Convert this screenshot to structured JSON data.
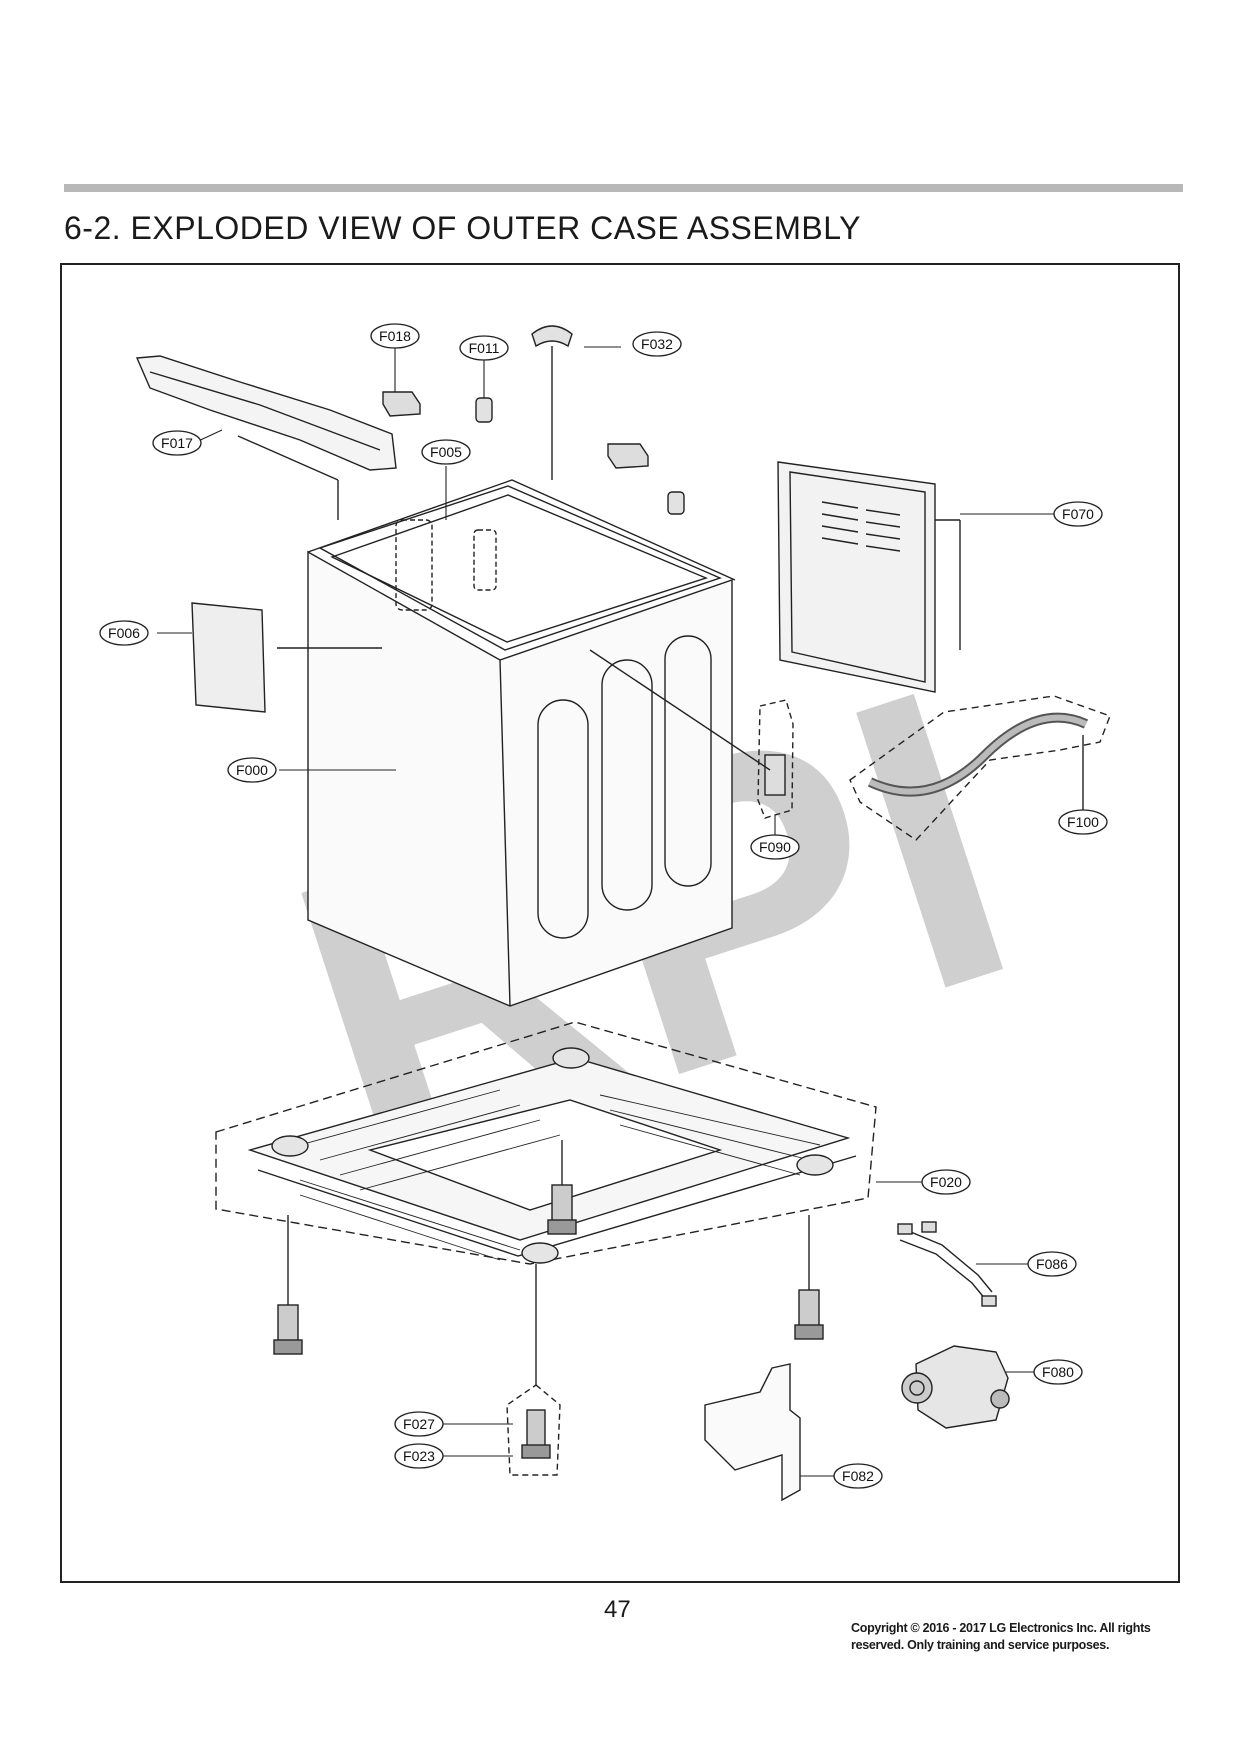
{
  "section_title": "6-2. EXPLODED VIEW OF OUTER CASE ASSEMBLY",
  "watermark": "RPI",
  "callouts": [
    "F018",
    "F011",
    "F032",
    "F017",
    "F005",
    "F070",
    "F006",
    "F000",
    "F090",
    "F100",
    "F020",
    "F086",
    "F027",
    "F023",
    "F080",
    "F082"
  ],
  "page_number": "47",
  "copyright_line1": "Copyright © 2016 - 2017 LG Electronics Inc. All rights",
  "copyright_line2": "reserved. Only training and service purposes.",
  "colors": {
    "rule": "#b8b8b8",
    "ink": "#1a1a1a",
    "watermark": "#cfcfcf"
  }
}
